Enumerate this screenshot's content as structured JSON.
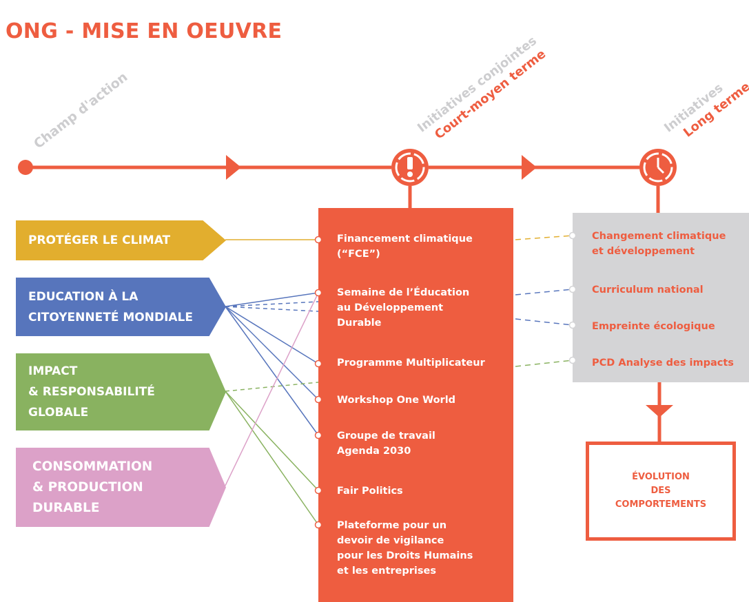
{
  "title": "ONG - MISE EN OEUVRE",
  "stages": {
    "action": "Champ d'action",
    "joint_initiatives": "Initiatives conjointes",
    "joint_term": "Court-moyen terme",
    "initiatives": "Initiatives",
    "long_term": "Long terme"
  },
  "categories": [
    {
      "label": "PROTÉGER LE CLIMAT",
      "color": "#e2ae2e"
    },
    {
      "label": "EDUCATION À LA\nCITOYENNETÉ MONDIALE",
      "color": "#5775bc"
    },
    {
      "label": "IMPACT\n& RESPONSABILITÉ\nGLOBALE",
      "color": "#89b260"
    },
    {
      "label": "CONSOMMATION\n& PRODUCTION\nDURABLE",
      "color": "#dca1c8"
    }
  ],
  "initiatives": [
    {
      "line1": "Financement climatique",
      "line2": "(“FCE”)",
      "line3": ""
    },
    {
      "line1": "Semaine de l’Éducation",
      "line2": "au Développement",
      "line3": "Durable"
    },
    {
      "line1": "Programme Multiplicateur",
      "line2": "",
      "line3": ""
    },
    {
      "line1": "Workshop One World",
      "line2": "",
      "line3": ""
    },
    {
      "line1": "Groupe de travail",
      "line2": "Agenda 2030",
      "line3": ""
    },
    {
      "line1": "Fair Politics",
      "line2": "",
      "line3": ""
    },
    {
      "line1": "Plateforme pour un",
      "line2": "devoir de vigilance",
      "line3": "pour les Droits Humains",
      "line4": "et les entreprises"
    }
  ],
  "long_term_initiatives": [
    {
      "line1": "Changement climatique",
      "line2": "et développement"
    },
    {
      "line1": "Curriculum national",
      "line2": ""
    },
    {
      "line1": "Empreinte écologique",
      "line2": ""
    },
    {
      "line1": "PCD Analyse des impacts",
      "line2": ""
    }
  ],
  "outcome": "ÉVOLUTION\nDES\nCOMPORTEMENTS",
  "colors": {
    "accent": "#ee5d40",
    "climat": "#e2ae2e",
    "education": "#5775bc",
    "impact": "#89b260",
    "consommation": "#dca1c8",
    "gray_box": "#d4d4d6",
    "gray_text": "#cdcdcf"
  },
  "icons": {
    "short_term": "exclamation-icon",
    "long_term": "clock-icon"
  }
}
